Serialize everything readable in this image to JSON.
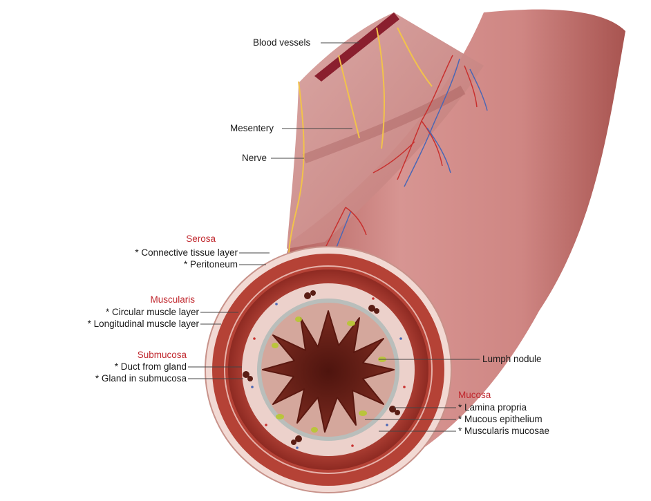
{
  "colors": {
    "tissue_pink": "#c97a78",
    "tissue_dark": "#9c3a33",
    "muscle_red": "#a93228",
    "lumen": "#6b1f17",
    "submucosa": "#e9cdc7",
    "epithelium": "#d8a79c",
    "nodule": "#b8c832",
    "nerve": "#f2c34a",
    "header_red": "#c0272d"
  },
  "labels": {
    "blood_vessels": "Blood vessels",
    "mesentery": "Mesentery",
    "nerve": "Nerve",
    "lumph_nodule": "Lumph nodule"
  },
  "groups": {
    "serosa": {
      "title": "Serosa",
      "items": [
        "* Connective tissue layer",
        "* Peritoneum"
      ]
    },
    "muscularis": {
      "title": "Muscularis",
      "items": [
        "* Circular muscle layer",
        "* Longitudinal muscle layer"
      ]
    },
    "submucosa": {
      "title": "Submucosa",
      "items": [
        "* Duct from gland",
        "* Gland in submucosa"
      ]
    },
    "mucosa": {
      "title": "Mucosa",
      "items": [
        "* Lamina propria",
        "* Mucous epithelium",
        "* Muscularis mucosae"
      ]
    }
  }
}
